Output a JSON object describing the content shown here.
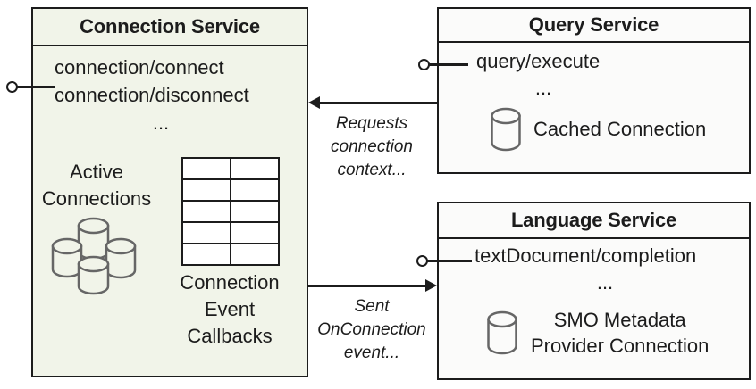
{
  "diagram": {
    "connection_service": {
      "title": "Connection Service",
      "method_1": "connection/connect",
      "method_2": "connection/disconnect",
      "methods_more": "...",
      "active_connections_label": "Active\nConnections",
      "callbacks_label": "Connection\nEvent\nCallbacks",
      "callback_grid": {
        "rows": 5,
        "cols": 2
      }
    },
    "query_service": {
      "title": "Query Service",
      "method_1": "query/execute",
      "methods_more": "...",
      "cached_connection_label": "Cached Connection"
    },
    "language_service": {
      "title": "Language Service",
      "method_1": "textDocument/completion",
      "methods_more": "...",
      "smo_label": "SMO Metadata\nProvider Connection"
    },
    "arrows": {
      "request_label": "Requests\nconnection\ncontext...",
      "sent_label": "Sent\nOnConnection\nevent..."
    },
    "icons": {
      "database_cluster": "database-cluster-icon",
      "database": "database-icon",
      "lollipop": "provided-interface-icon"
    },
    "colors": {
      "connection_fill": "#f1f4e9",
      "service_fill": "#fbfbfa",
      "line": "#1c1c1c",
      "cylinder_stroke": "#666666"
    }
  }
}
